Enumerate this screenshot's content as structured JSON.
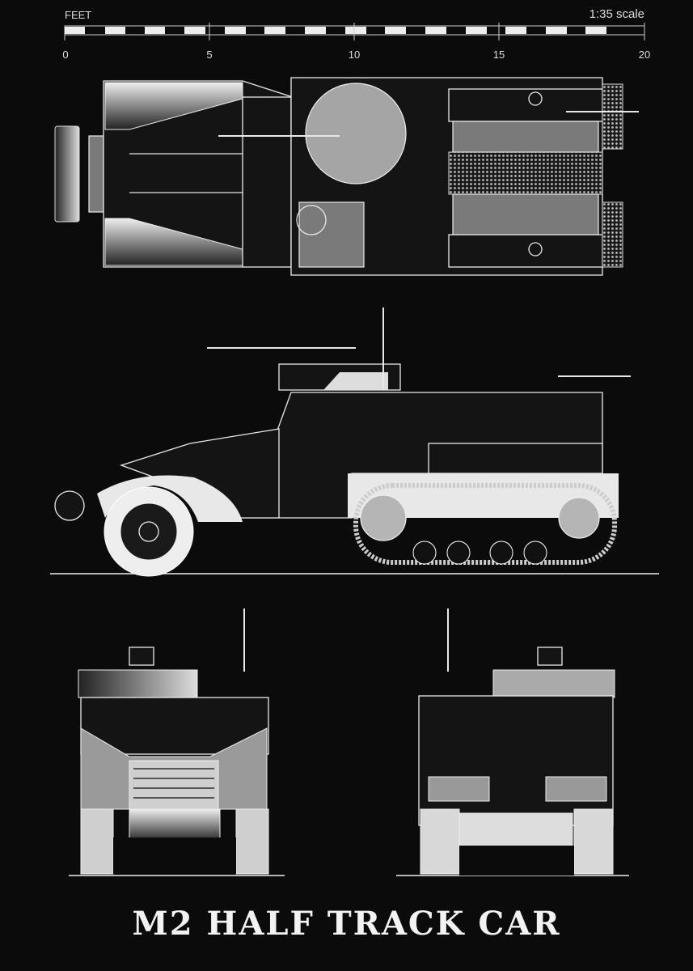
{
  "scale_bar": {
    "unit_label": "FEET",
    "scale_text": "1:35 scale",
    "ticks": [
      "0",
      "5",
      "10",
      "15",
      "20"
    ],
    "segments": 20
  },
  "views": [
    {
      "name": "top-view"
    },
    {
      "name": "side-view"
    },
    {
      "name": "front-view"
    },
    {
      "name": "rear-view"
    }
  ],
  "title": "M2 HALF TRACK CAR",
  "colors": {
    "background": "#0b0b0b",
    "linework": "#e8e8e8"
  }
}
